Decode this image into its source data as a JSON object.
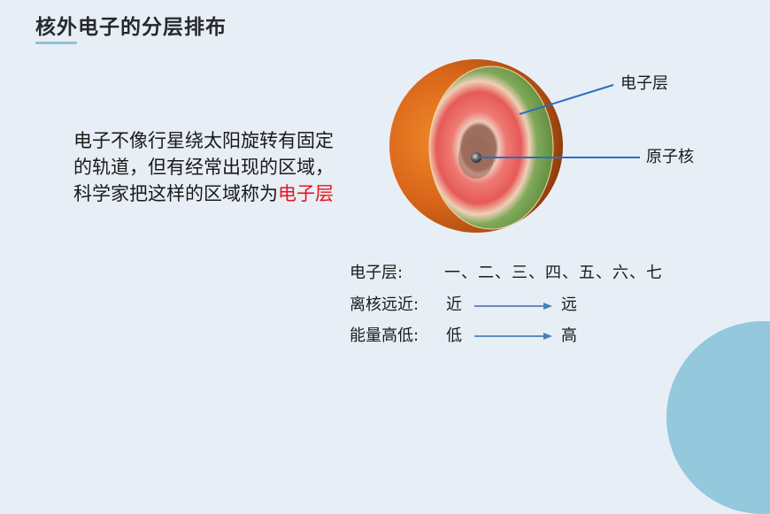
{
  "slide": {
    "title": "核外电子的分层排布",
    "accent_color": "#8fc3d8"
  },
  "paragraph": {
    "text": "电子不像行星绕太阳旋转有固定的轨道，但有经常出现的区域，科学家把这样的区域称为",
    "highlight": "电子层",
    "highlight_color": "#e8141b"
  },
  "diagram": {
    "labels": {
      "shell": "电子层",
      "nucleus": "原子核"
    },
    "pointer_color": "#2a6fc4"
  },
  "table": {
    "rows": [
      {
        "label": "电子层:",
        "values": "一、二、三、四、五、六、七"
      },
      {
        "label": "离核远近:",
        "from": "近",
        "to": "远"
      },
      {
        "label": "能量高低:",
        "from": "低",
        "to": "高"
      }
    ],
    "arrow_color": "#4a7fb5"
  }
}
